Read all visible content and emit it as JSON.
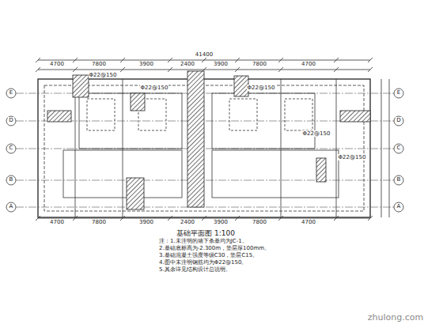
{
  "diagram": {
    "labels": [
      "基础平面图 1:100",
      "注：1.未注明的墙下条基均为JC-1。",
      "2.基础底标高为-2.300m，垫层厚100mm。",
      "3.基础混凝土强度等级C30，垫层C15。",
      "4.图中未注明钢筋均为Φ22@150。",
      "5.其余详见结构设计总说明。",
      "Φ22@150",
      "Φ22@150",
      "Φ22@150",
      "Φ22@150",
      "Φ22@150",
      "4700",
      "7800",
      "3900",
      "2400",
      "3900",
      "7800",
      "4700",
      "41400",
      "4700",
      "7800",
      "3900",
      "2400",
      "3900",
      "7800",
      "4700",
      "A",
      "B",
      "C",
      "D",
      "E",
      "A",
      "B",
      "C",
      "D",
      "E",
      "zhulong.com"
    ]
  }
}
